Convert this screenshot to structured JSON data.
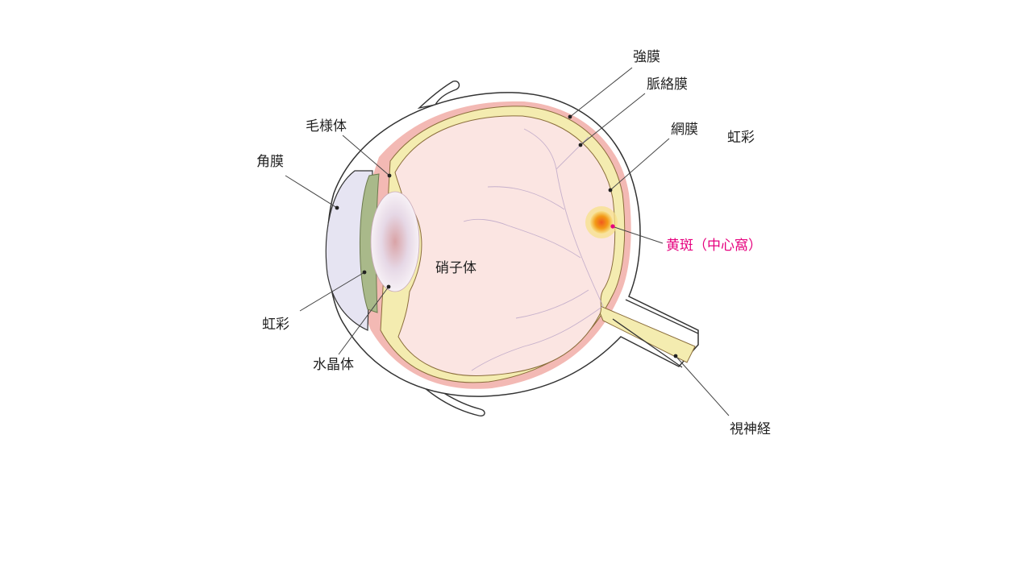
{
  "diagram": {
    "labels": {
      "sclera": "強膜",
      "choroid": "脈絡膜",
      "retina": "網膜",
      "iris_right": "虹彩",
      "ciliary_body": "毛様体",
      "cornea": "角膜",
      "macula": "黄斑（中心窩）",
      "vitreous": "硝子体",
      "iris_left": "虹彩",
      "lens": "水晶体",
      "optic_nerve": "視神経"
    }
  },
  "colors": {
    "macula_label": "#e6007e",
    "sclera_outline": "#333333",
    "choroid": "#f3b9b4",
    "retina": "#f4ecb0",
    "vitreous": "#fbe5e2",
    "cornea": "#e6e4f2",
    "iris": "#a9b98a",
    "macula_core": "#f39a16",
    "optic_nerve": "#f4ecb0"
  }
}
